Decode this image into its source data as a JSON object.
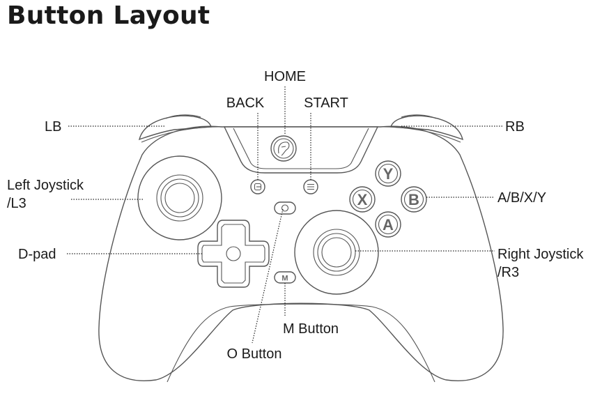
{
  "title": "Button Layout",
  "labels": {
    "home": "HOME",
    "back": "BACK",
    "start": "START",
    "lb": "LB",
    "rb": "RB",
    "left_joystick_line1": "Left Joystick",
    "left_joystick_line2": "/L3",
    "abxy": "A/B/X/Y",
    "dpad": "D-pad",
    "right_joystick_line1": "Right Joystick",
    "right_joystick_line2": "/R3",
    "m_button": "M Button",
    "o_button": "O Button"
  },
  "face_buttons": {
    "y": "Y",
    "x": "X",
    "b": "B",
    "a": "A"
  },
  "m_glyph": "M",
  "colors": {
    "outline": "#555555",
    "text": "#1a1a1a",
    "leader": "#222222"
  }
}
